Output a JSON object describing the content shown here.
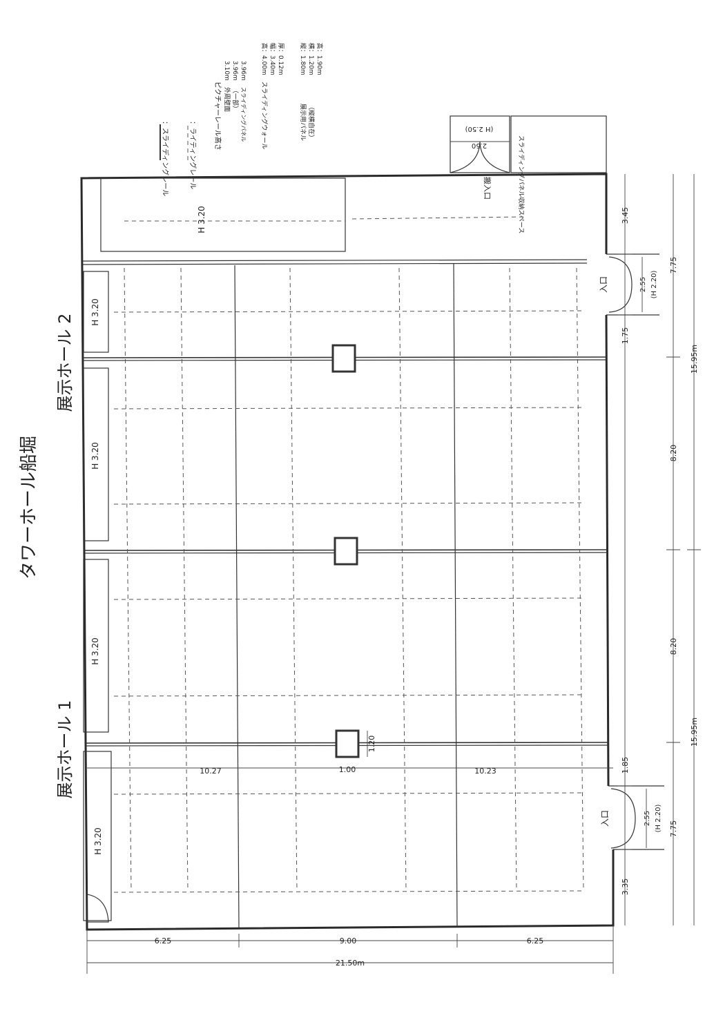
{
  "title": "タワーホール船堀",
  "halls": {
    "hall1": "展示ホール 1",
    "hall2": "展示ホール 2"
  },
  "legend": {
    "sliding_rail": "：スライディングレール",
    "lighting_rail": "：ライティングレール",
    "picture_rail_label": "ピクチャーレール高さ",
    "picture_rail_outer_label": "外周壁面",
    "picture_rail_outer_value": "3.10m",
    "picture_rail_part_label": "（一部）",
    "picture_rail_part_value": "3.96m",
    "picture_rail_sliding_label": "スライディングパネル",
    "picture_rail_sliding_value": "3.96m",
    "sliding_wall_label": "スライディングウォール",
    "sliding_wall_h": "高：4.00m",
    "sliding_wall_w": "幅：3.40m",
    "sliding_wall_t": "厚：0.12m",
    "panel_label": "展示用パネル",
    "panel_note": "（縦横自在）",
    "panel_h": "縦：1.80m",
    "panel_w": "横：1.20m",
    "panel_t": "高：1.90m"
  },
  "rooms": {
    "storage": "スライディングパネル収納スペース",
    "entrance_top": "搬入口",
    "entrance_top_width": "2.50",
    "entrance_top_height": "(H 2.50)",
    "entrance_right1": "入口",
    "entrance_right1_width": "2.55",
    "entrance_right1_height": "(H 2.20)",
    "entrance_right2": "入口",
    "entrance_right2_width": "2.55",
    "entrance_right2_height": "(H 2.20)"
  },
  "heights": {
    "top_alcove": "H 3.20",
    "alcove1": "H 3.20",
    "alcove2": "H 3.20",
    "alcove3": "H 3.20",
    "alcove4": "H 3.20"
  },
  "dimensions": {
    "bottom_left": "6.25",
    "bottom_mid": "9.00",
    "bottom_right": "6.25",
    "bottom_total": "21.50m",
    "right_top_seg": "3.45",
    "right_top_door": "7.75",
    "right_gap1": "1.75",
    "right_mid1": "8.20",
    "right_mid2": "8.20",
    "right_gap2": "1.85",
    "right_bottom_door": "7.75",
    "right_bottom_seg": "3.35",
    "right_total1": "15.95m",
    "right_total2": "15.95m",
    "column_w": "1.00",
    "column_h": "1.20",
    "col_left": "10.27",
    "col_right": "10.23"
  }
}
